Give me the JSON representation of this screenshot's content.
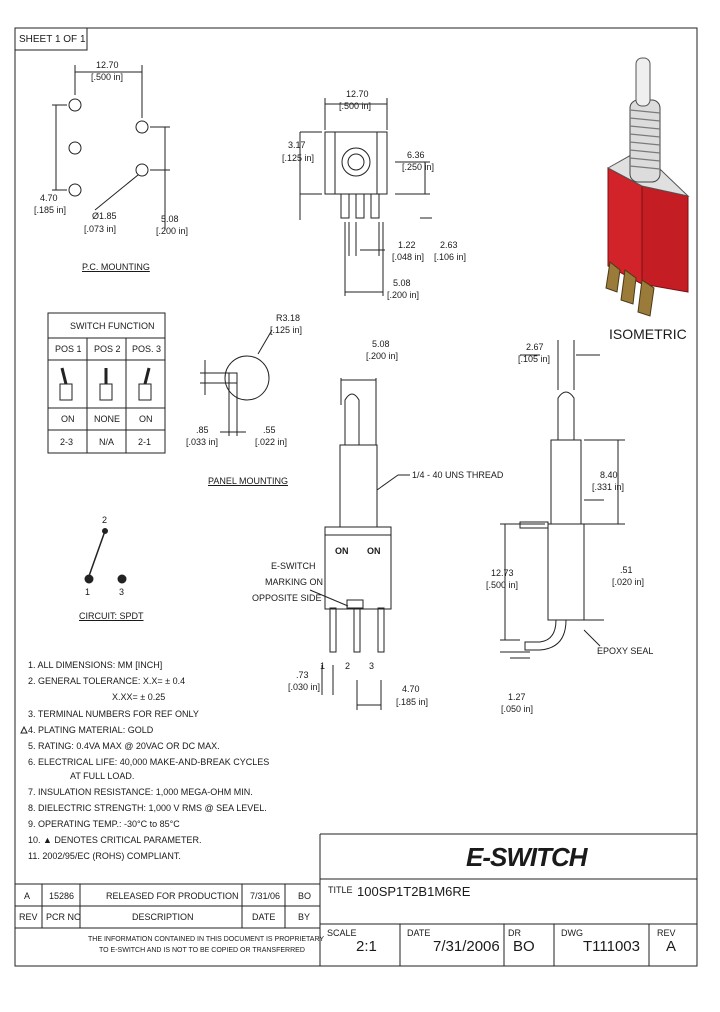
{
  "sheet": {
    "sheet_label": "SHEET 1 OF 1"
  },
  "pc_mounting": {
    "dim_top": "12.70",
    "dim_top_in": "[.500 in]",
    "dim_left": "4.70",
    "dim_left_in": "[.185 in]",
    "dim_hole": "Ø1.85",
    "dim_hole_in": "[.073 in]",
    "dim_right": "5.08",
    "dim_right_in": "[.200 in]",
    "caption": "P.C. MOUNTING"
  },
  "top_view": {
    "dim_width": "12.70",
    "dim_width_in": "[.500 in]",
    "dim_317": "3.17",
    "dim_317_in": "[.125 in]",
    "dim_636": "6.36",
    "dim_636_in": "[.250 in]",
    "dim_122": "1.22",
    "dim_122_in": "[.048 in]",
    "dim_263": "2.63",
    "dim_263_in": "[.106 in]",
    "dim_508": "5.08",
    "dim_508_in": "[.200 in]"
  },
  "isometric": {
    "caption": "ISOMETRIC"
  },
  "switch_function": {
    "title": "SWITCH FUNCTION",
    "headers": [
      "POS 1",
      "POS 2",
      "POS. 3"
    ],
    "states": [
      "ON",
      "NONE",
      "ON"
    ],
    "terminals": [
      "2-3",
      "N/A",
      "2-1"
    ]
  },
  "panel_mounting": {
    "dim_r": "R3.18",
    "dim_r_in": "[.125 in]",
    "dim_85": ".85",
    "dim_85_in": "[.033 in]",
    "dim_55": ".55",
    "dim_55_in": "[.022 in]",
    "caption": "PANEL MOUNTING"
  },
  "front_view": {
    "dim_508": "5.08",
    "dim_508_in": "[.200 in]",
    "thread": "1/4 - 40 UNS THREAD",
    "marking_1": "E-SWITCH",
    "marking_2": "MARKING ON",
    "marking_3": "OPPOSITE SIDE",
    "body_on_left": "ON",
    "body_on_right": "ON",
    "dim_73": ".73",
    "dim_73_in": "[.030 in]",
    "term_1": "1",
    "term_2": "2",
    "term_3": "3",
    "dim_470": "4.70",
    "dim_470_in": "[.185 in]"
  },
  "side_view": {
    "dim_267": "2.67",
    "dim_267_in": "[.105 in]",
    "dim_840": "8.40",
    "dim_840_in": "[.331 in]",
    "dim_1273": "12.73",
    "dim_1273_in": "[.500 in]",
    "dim_51": ".51",
    "dim_51_in": "[.020 in]",
    "epoxy": "EPOXY SEAL",
    "dim_127": "1.27",
    "dim_127_in": "[.050 in]"
  },
  "circuit": {
    "t2": "2",
    "t1": "1",
    "t3": "3",
    "caption": "CIRCUIT: SPDT"
  },
  "notes": [
    "1.  ALL DIMENSIONS: MM [INCH]",
    "2.  GENERAL TOLERANCE: X.X= ± 0.4",
    "X.XX= ± 0.25",
    "3.  TERMINAL NUMBERS FOR REF ONLY",
    "4.  PLATING MATERIAL: GOLD",
    "5.  RATING: 0.4VA MAX @ 20VAC OR DC MAX.",
    "6.  ELECTRICAL LIFE: 40,000 MAKE-AND-BREAK CYCLES",
    "AT FULL LOAD.",
    "7.  INSULATION RESISTANCE: 1,000 MEGA-OHM MIN.",
    "8.  DIELECTRIC STRENGTH: 1,000 V RMS @ SEA LEVEL.",
    "9.  OPERATING TEMP.: -30°C to 85°C",
    "10.  ▲ DENOTES CRITICAL PARAMETER.",
    "11.  2002/95/EC (ROHS) COMPLIANT."
  ],
  "revision": {
    "rev": "A",
    "pcr_no": "15286",
    "description": "RELEASED FOR PRODUCTION",
    "date": "7/31/06",
    "by": "BO",
    "h_rev": "REV",
    "h_pcr": "PCR NO",
    "h_desc": "DESCRIPTION",
    "h_date": "DATE",
    "h_by": "BY"
  },
  "disclaimer_1": "THE INFORMATION CONTAINED IN THIS DOCUMENT IS PROPRIETARY",
  "disclaimer_2": "TO E-SWITCH AND IS NOT TO BE COPIED OR TRANSFERRED",
  "title_block": {
    "logo": "E-SWITCH",
    "title_label": "TITLE",
    "title": "100SP1T2B1M6RE",
    "scale_label": "SCALE",
    "scale": "2:1",
    "date_label": "DATE",
    "date": "7/31/2006",
    "dr_label": "DR",
    "dr": "BO",
    "dwg_label": "DWG",
    "dwg": "T111003",
    "rev_label": "REV",
    "rev": "A"
  },
  "colors": {
    "ink": "#1a1a1a",
    "accent_red": "#d2232a",
    "spring_gray": "#c8c8c8"
  }
}
